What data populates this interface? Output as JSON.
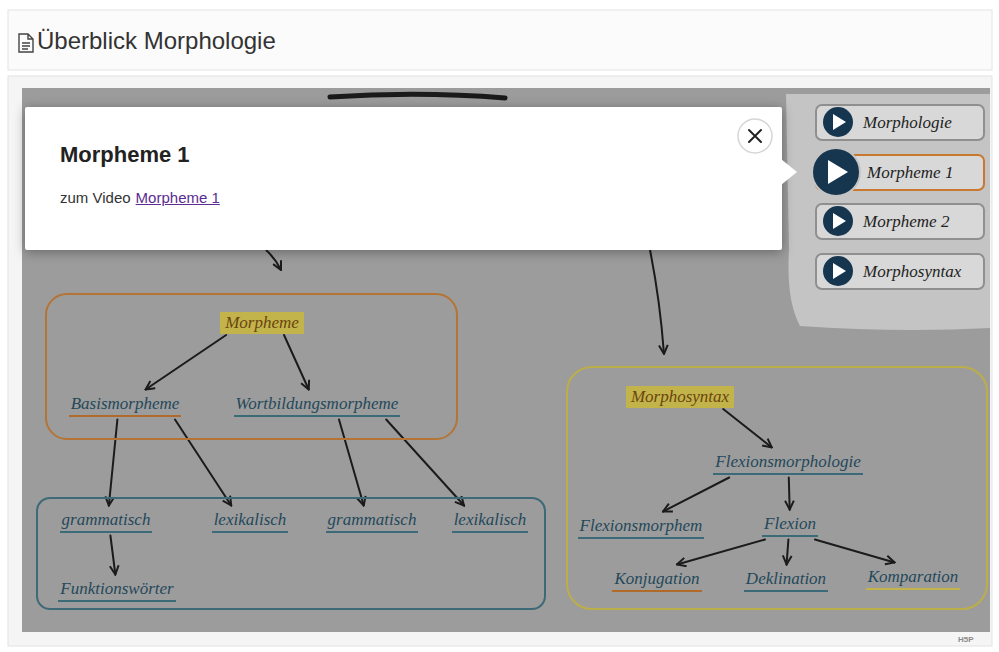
{
  "diagram": {
    "title": "Überblick Morphologie",
    "nodes": [
      {
        "text": [
          "Morpheme 1",
          "zum Video",
          "Morpheme 1"
        ]
      },
      {
        "text": [
          "Morphologie"
        ]
      },
      {
        "text": [
          "Morpheme 1"
        ]
      },
      {
        "text": [
          "Morpheme 2"
        ]
      },
      {
        "text": [
          "Morphosyntax"
        ]
      },
      {
        "text": [
          "Morpheme"
        ]
      },
      {
        "text": [
          "Basismorpheme"
        ],
        "in": 5
      },
      {
        "text": [
          "Wortbildungsmorpheme"
        ],
        "in": 5
      },
      {
        "text": [
          "Morphosyntax"
        ]
      },
      {
        "text": [
          "Flexionsmorphologie"
        ],
        "in": 8
      },
      {
        "text": [
          "Flexionsmorphem"
        ],
        "in": 8
      },
      {
        "text": [
          "Flexion"
        ],
        "in": 8
      },
      {
        "text": [
          "Konjugation"
        ],
        "in": 8
      },
      {
        "text": [
          "Deklination"
        ],
        "in": 8
      },
      {
        "text": [
          "Komparation"
        ],
        "in": 8
      },
      {
        "text": []
      },
      {
        "text": [
          "grammatisch"
        ],
        "in": 15
      },
      {
        "text": [
          "lexikalisch"
        ],
        "in": 15
      },
      {
        "text": [
          "grammatisch"
        ],
        "in": 15
      },
      {
        "text": [
          "lexikalisch"
        ],
        "in": 15
      },
      {
        "text": [
          "Funktionswörter"
        ],
        "in": 15
      }
    ],
    "edges": [
      {
        "from": 5,
        "to": 6,
        "arrow": "to"
      },
      {
        "from": 5,
        "to": 7,
        "arrow": "to"
      },
      {
        "from": 6,
        "to": 16,
        "arrow": "to"
      },
      {
        "from": 6,
        "to": 17,
        "arrow": "to"
      },
      {
        "from": 7,
        "to": 18,
        "arrow": "to"
      },
      {
        "from": 7,
        "to": 19,
        "arrow": "to"
      },
      {
        "from": 16,
        "to": 20,
        "arrow": "to"
      },
      {
        "from": 8,
        "to": 9,
        "arrow": "to"
      },
      {
        "from": 9,
        "to": 10,
        "arrow": "to"
      },
      {
        "from": 9,
        "to": 11,
        "arrow": "to"
      },
      {
        "from": 11,
        "to": 12,
        "arrow": "to"
      },
      {
        "from": 11,
        "to": 13,
        "arrow": "to"
      },
      {
        "from": 11,
        "to": 14,
        "arrow": "to"
      }
    ],
    "labels": [
      "H5P"
    ]
  }
}
